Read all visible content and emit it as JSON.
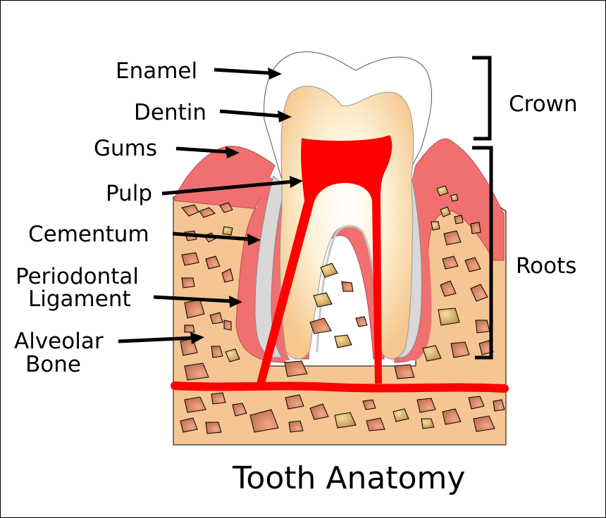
{
  "title": "Tooth Anatomy",
  "labels": {
    "enamel": "Enamel",
    "dentin": "Dentin",
    "gums": "Gums",
    "pulp": "Pulp",
    "cementum": "Cementum",
    "periodontal_line1": "Periodontal",
    "periodontal_line2": "Ligament",
    "alveolar_line1": "Alveolar",
    "alveolar_line2": "Bone",
    "crown": "Crown",
    "roots": "Roots"
  },
  "colors": {
    "bone": "#f5c693",
    "gum": "#f07070",
    "pulp": "#ff0000",
    "dentin": "#fbe0b0",
    "enamel": "#ffffff",
    "cementum": "#d8d8d8",
    "pore": "#d4896a",
    "pore_light": "#e0b060"
  }
}
